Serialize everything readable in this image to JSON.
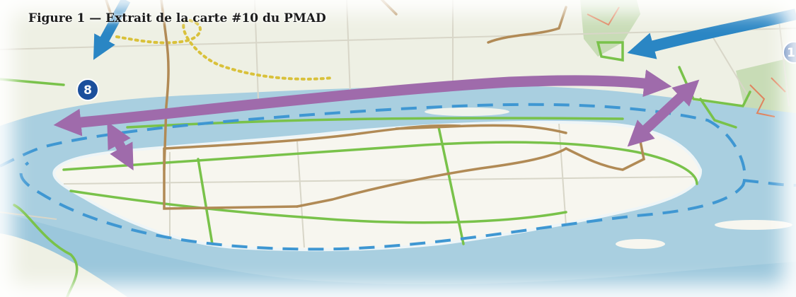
{
  "figure": {
    "caption": "Figure 1 — Extrait de la carte #10 du PMAD"
  },
  "markers": [
    {
      "label": "8"
    },
    {
      "label": "1"
    }
  ],
  "colors": {
    "land_background": "#eef0e4",
    "land_upper": "#eceee2",
    "water": "#a9cfe0",
    "water_shallow": "#8fc1d8",
    "island": "#f7f6ef",
    "dashed_route": "#3f97d2",
    "green_trail": "#79c24a",
    "brown_route": "#b18a55",
    "road_light": "#d8d6c8",
    "purple_arrow": "#9f6bab",
    "blue_arrow": "#2a86c4",
    "marker_fill": "#1b4f9c",
    "park_green": "#c8dcb6",
    "orange_line": "#e0835e",
    "yellow_dotted": "#d9c13a"
  },
  "icons": {
    "marker": "route-number-marker-icon",
    "arrow": "access-arrow-icon"
  }
}
